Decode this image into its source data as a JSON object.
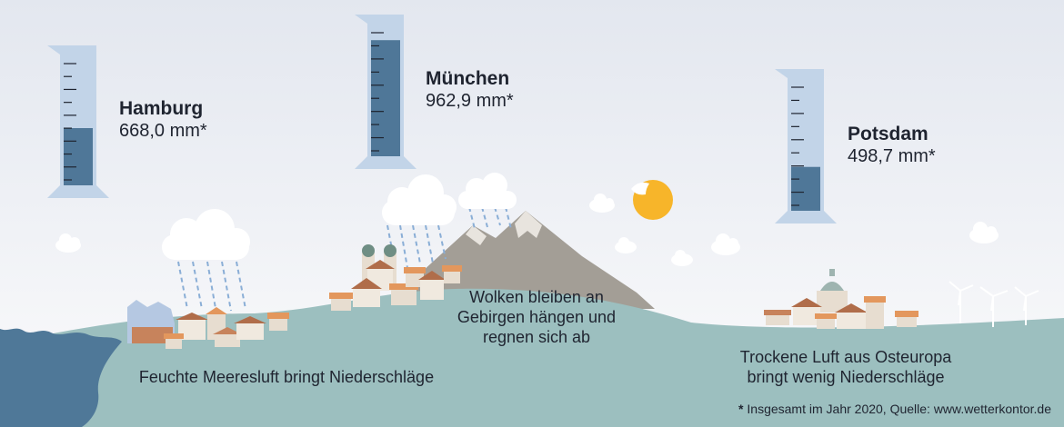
{
  "cities": [
    {
      "name": "Hamburg",
      "value": "668,0 mm*",
      "fill": 0.45
    },
    {
      "name": "München",
      "value": "962,9 mm*",
      "fill": 0.9
    },
    {
      "name": "Potsdam",
      "value": "498,7 mm*",
      "fill": 0.34
    }
  ],
  "captions": {
    "coast": "Feuchte Meeresluft bringt Niederschläge",
    "mountain_line1": "Wolken bleiben an",
    "mountain_line2": "Gebirgen hängen und",
    "mountain_line3": "regnen sich ab",
    "east_line1": "Trockene Luft aus Osteuropa",
    "east_line2": "bringt wenig Niederschläge"
  },
  "footnote": {
    "star": "*",
    "text": "Insgesamt im Jahr 2020, Quelle: www.wetterkontor.de"
  },
  "colors": {
    "sky_top": "#e4e8f0",
    "sky_bottom": "#fbfbfc",
    "land": "#9cbfbf",
    "sea": "#4f7898",
    "mountain": "#a39e96",
    "gauge_glass": "#c2d4e8",
    "gauge_water": "#4f7798",
    "sun": "#f7b52a",
    "rain": "#8aaed6"
  }
}
